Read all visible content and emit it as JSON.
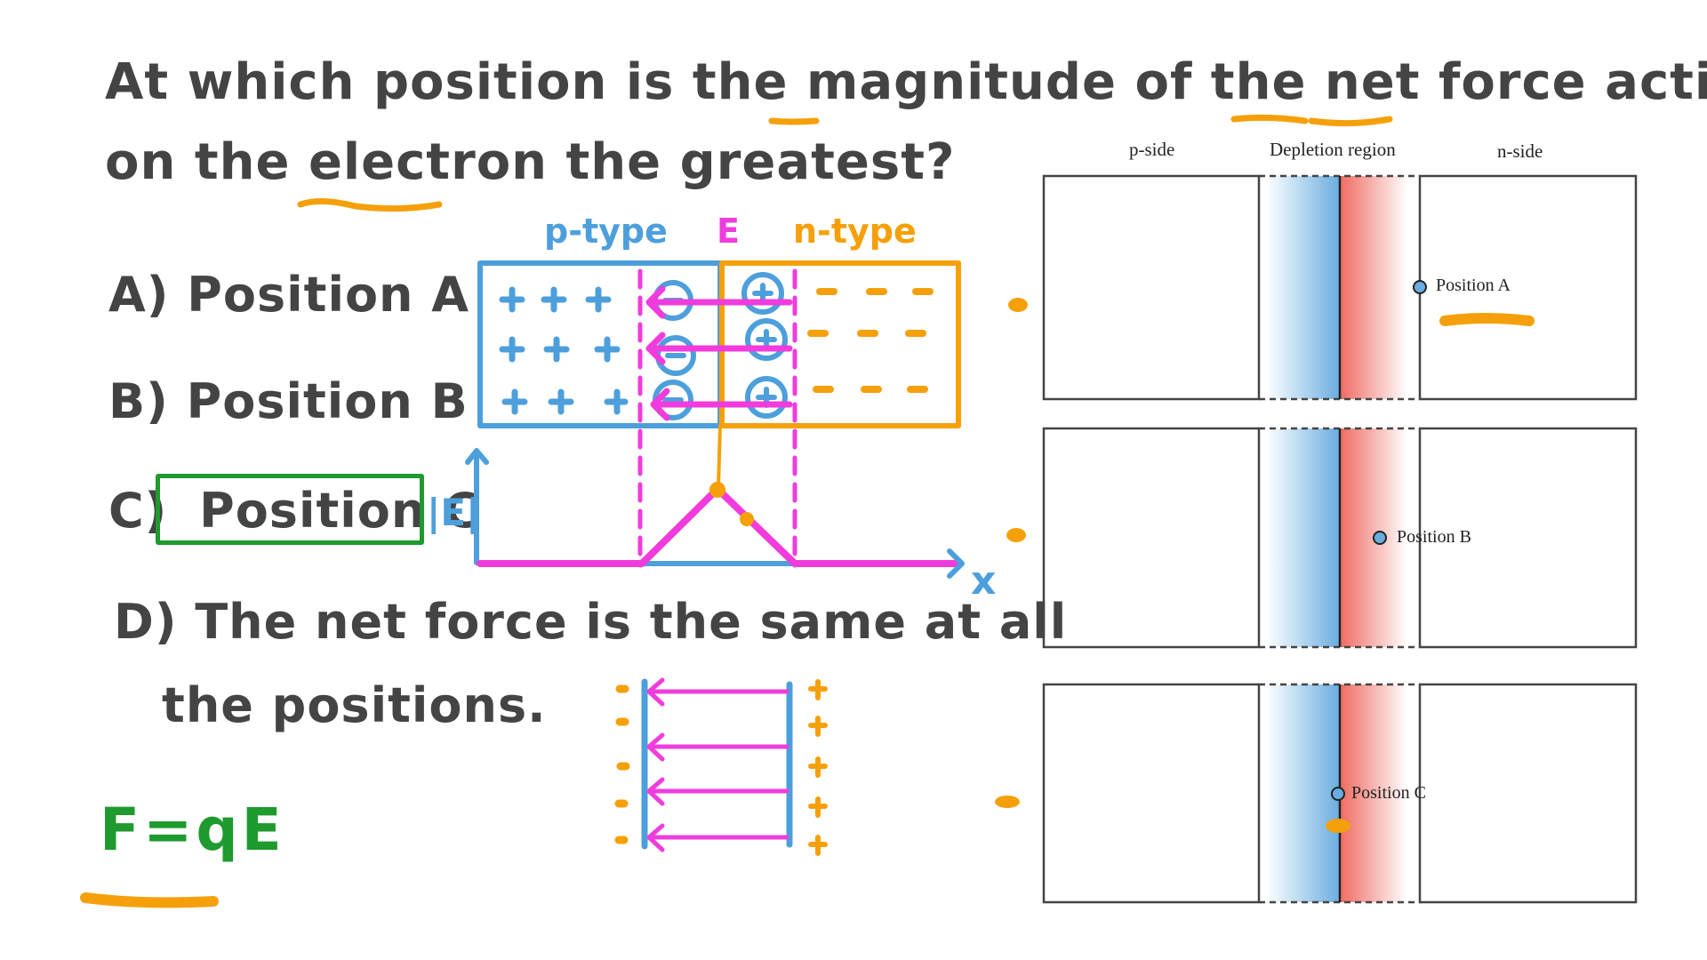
{
  "question": {
    "line1": "At which position is the magnitude of the net force acting",
    "line2": "on the electron the greatest?",
    "highlighted_words": [
      "magnitude",
      "net",
      "force",
      "electron"
    ]
  },
  "options": [
    {
      "letter": "A)",
      "text": "Position A",
      "selected": false
    },
    {
      "letter": "B)",
      "text": "Position B",
      "selected": false
    },
    {
      "letter": "C)",
      "text": "Position C",
      "selected": true
    },
    {
      "letter": "D)",
      "text_line1": "The net force is the same at all",
      "text_line2": "the positions.",
      "selected": false
    }
  ],
  "sketch": {
    "p_label": "p-type",
    "e_label": "E",
    "n_label": "n-type",
    "e_axis_label": "|E|",
    "x_axis_label": "x",
    "formula": "F=qE",
    "p_charges": "+",
    "n_charges": "−"
  },
  "figure": {
    "column_labels": [
      "p-side",
      "Depletion region",
      "n-side"
    ],
    "panels": [
      {
        "position_label": "Position A"
      },
      {
        "position_label": "Position B"
      },
      {
        "position_label": "Position C"
      }
    ]
  },
  "colors": {
    "text": "#444444",
    "orange": "#f5a00a",
    "blue": "#4d9fdc",
    "magenta": "#f03cdc",
    "green": "#1e9a2e",
    "depletion_blue": "#6aade0",
    "depletion_red": "#ef6b62"
  }
}
